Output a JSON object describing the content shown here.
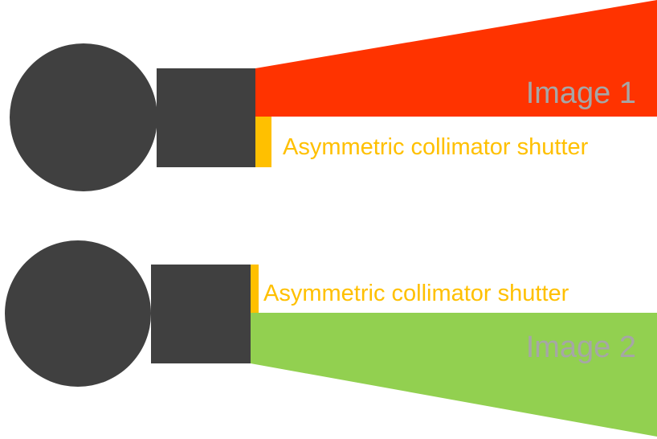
{
  "colors": {
    "housing": "#404040",
    "beam_top": "#ff3300",
    "beam_bottom": "#92d050",
    "shutter": "#ffc000",
    "image_label": "#a6a6a6",
    "shutter_label": "#ffc000"
  },
  "top_setup": {
    "image_label": "Image 1",
    "shutter_label": "Asymmetric collimator shutter"
  },
  "bottom_setup": {
    "image_label": "Image 2",
    "shutter_label": "Asymmetric collimator shutter"
  }
}
